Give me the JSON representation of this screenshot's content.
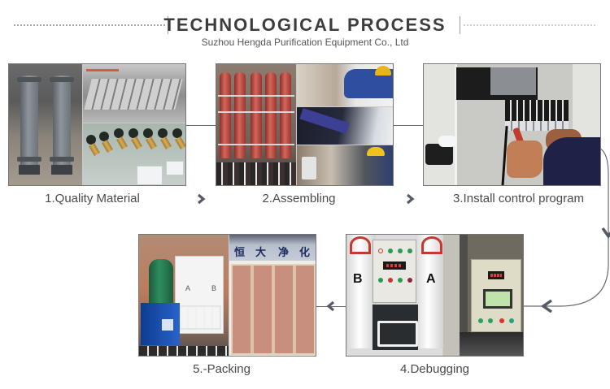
{
  "header": {
    "title": "TECHNOLOGICAL PROCESS",
    "subtitle": "Suzhou Hengda Purification Equipment Co., Ltd"
  },
  "steps": [
    {
      "number": 1,
      "label": "1.Quality Material",
      "image": "filter-columns-steel-profiles-valves"
    },
    {
      "number": 2,
      "label": "2.Assembling",
      "image": "gas-cylinders-welding-workers"
    },
    {
      "number": 3,
      "label": "3.Install control program",
      "image": "electrical-cabinet-wiring"
    },
    {
      "number": 4,
      "label": "4.Debugging",
      "image": "adsorption-towers-control-panel"
    },
    {
      "number": 5,
      "label": "5.-Packing",
      "image": "generator-wooden-crate"
    }
  ],
  "packing_sign": [
    "恒",
    "大",
    "净",
    "化"
  ],
  "tower_labels": {
    "a": "A",
    "b": "B"
  },
  "colors": {
    "title_text": "#3d3d3d",
    "caption_text": "#4a4a4a",
    "connector": "#6a6a6a",
    "arrow": "#555a66",
    "frame_border": "#777777"
  },
  "flow_icons": {
    "step1_to_2": "chevron-right-icon",
    "step2_to_3": "chevron-right-icon",
    "step3_to_4": "chevron-down-icon",
    "step4_to_5": "chevron-left-icon"
  }
}
